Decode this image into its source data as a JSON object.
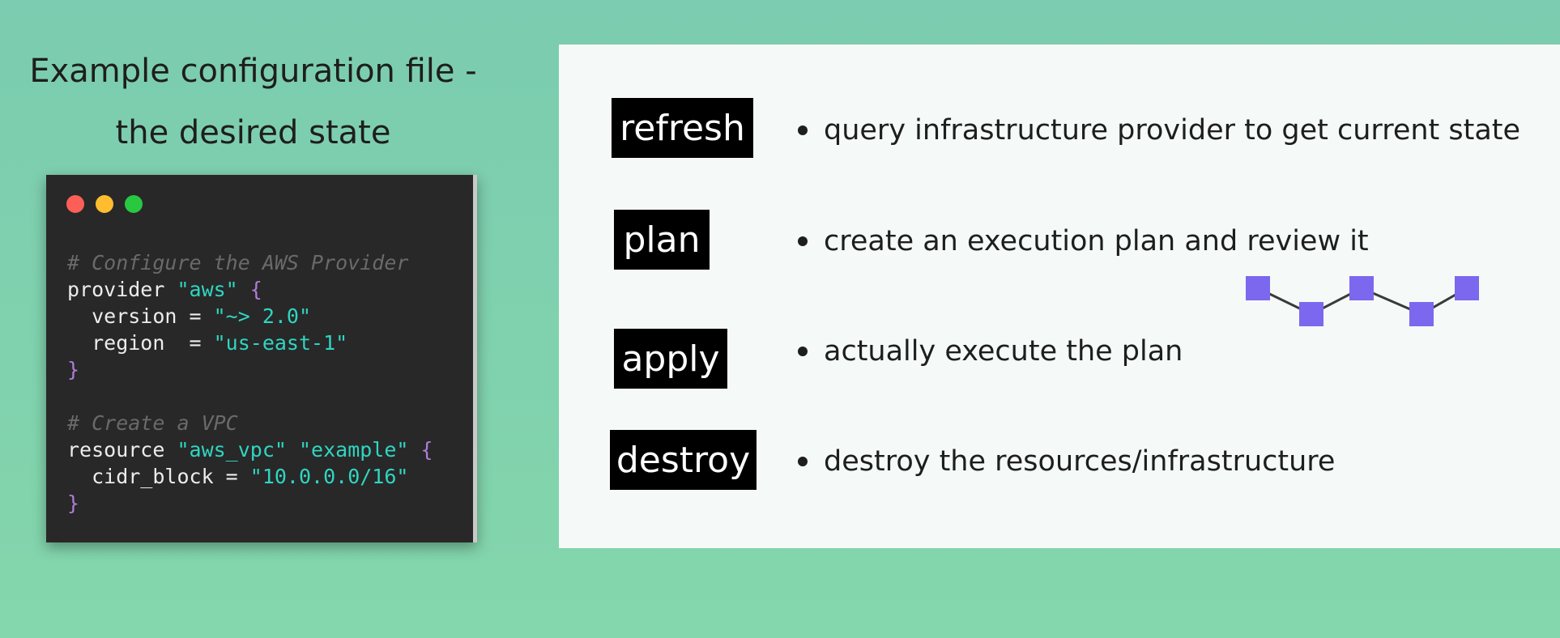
{
  "left": {
    "title_line1": "Example configuration file -",
    "title_line2": "the desired state"
  },
  "code_window": {
    "lines": [
      {
        "tokens": [
          {
            "t": "# Configure the AWS Provider",
            "k": "comment"
          }
        ]
      },
      {
        "tokens": [
          {
            "t": "provider ",
            "k": "plain"
          },
          {
            "t": "\"aws\"",
            "k": "str"
          },
          {
            "t": " {",
            "k": "brace"
          }
        ]
      },
      {
        "tokens": [
          {
            "t": "  version = ",
            "k": "plain"
          },
          {
            "t": "\"~> 2.0\"",
            "k": "str"
          }
        ]
      },
      {
        "tokens": [
          {
            "t": "  region  = ",
            "k": "plain"
          },
          {
            "t": "\"us-east-1\"",
            "k": "str"
          }
        ]
      },
      {
        "tokens": [
          {
            "t": "}",
            "k": "brace"
          }
        ]
      },
      {
        "tokens": []
      },
      {
        "tokens": [
          {
            "t": "# Create a VPC",
            "k": "comment"
          }
        ]
      },
      {
        "tokens": [
          {
            "t": "resource ",
            "k": "plain"
          },
          {
            "t": "\"aws_vpc\"",
            "k": "str"
          },
          {
            "t": " ",
            "k": "plain"
          },
          {
            "t": "\"example\"",
            "k": "str"
          },
          {
            "t": " {",
            "k": "brace"
          }
        ]
      },
      {
        "tokens": [
          {
            "t": "  cidr_block = ",
            "k": "plain"
          },
          {
            "t": "\"10.0.0.0/16\"",
            "k": "str"
          }
        ]
      },
      {
        "tokens": [
          {
            "t": "}",
            "k": "brace"
          }
        ]
      }
    ]
  },
  "commands": [
    {
      "label": "refresh",
      "description": "query infrastructure provider to get current state"
    },
    {
      "label": "plan",
      "description": "create an execution plan and review it"
    },
    {
      "label": "apply",
      "description": "actually execute the plan"
    },
    {
      "label": "destroy",
      "description": "destroy the resources/infrastructure"
    }
  ],
  "colors": {
    "background": "#7fd0b0",
    "panel": "#f5faf8",
    "command_box": "#000000",
    "pipeline_node": "#7b68ee",
    "code_bg": "#282828",
    "code_string": "#2fd6c1",
    "code_brace": "#b07cd8",
    "code_comment": "#6a6a6a"
  },
  "icons": {
    "pipeline": "pipeline-graph-icon",
    "window_controls": [
      "close-dot-icon",
      "minimize-dot-icon",
      "maximize-dot-icon"
    ]
  }
}
